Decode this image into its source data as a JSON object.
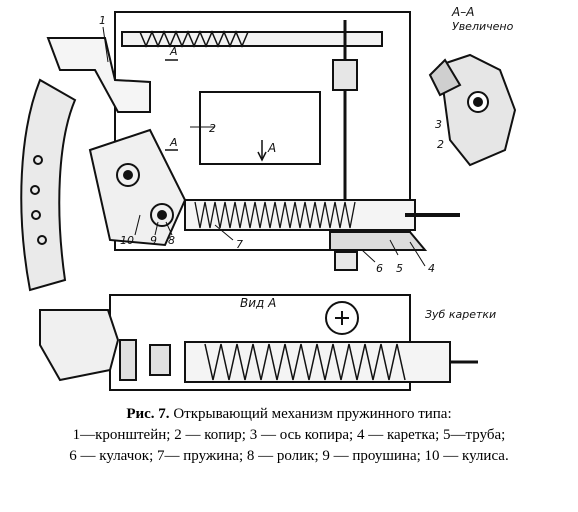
{
  "labels": {
    "n1": "1",
    "n2": "2",
    "n3": "3",
    "n4": "4",
    "n5": "5",
    "n6": "6",
    "n7": "7",
    "n8": "8",
    "n9": "9",
    "n10": "10",
    "section_a": "А",
    "section_aa": "А–А",
    "enlarged": "Увеличено",
    "arrow_a": "А",
    "view_a": "Вид А",
    "carriage_tooth": "Зуб каретки",
    "inset_2": "2",
    "inset_3": "3"
  },
  "caption": {
    "fig": "Рис. 7.",
    "title": " Открывающий механизм пружинного типа:",
    "line2": "1—кронштейн; 2 — копир; 3 — ось копира; 4 — каретка; 5—труба;",
    "line3": "6 — кулачок; 7— пружина; 8 — ролик; 9 — проушина; 10 — кулиса."
  }
}
